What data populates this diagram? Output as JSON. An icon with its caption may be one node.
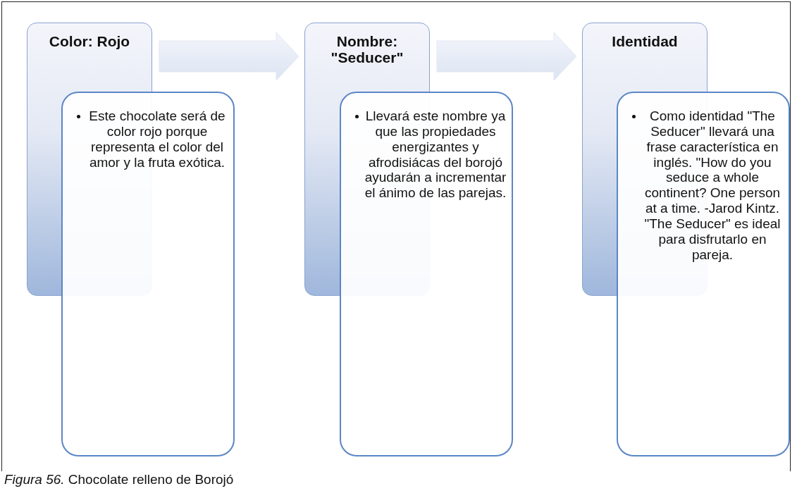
{
  "diagram": {
    "caption": "*Figura 56.* Chocolate relleno de Borojó",
    "nodes": [
      {
        "text": [
          "Color: Rojo"
        ]
      },
      {
        "text": [
          "Este chocolate será de color rojo porque representa el color del amor y la fruta exótica."
        ]
      },
      {
        "text": [
          "Nombre: \"Seducer\""
        ]
      },
      {
        "text": [
          "Llevará este nombre ya que las propiedades energizantes y afrodisiácas del borojó ayudarán a incrementar el ánimo de las parejas."
        ]
      },
      {
        "text": [
          "Identidad"
        ]
      },
      {
        "text": [
          "Como identidad \"The Seducer\" llevará una frase característica en inglés. \"How do you seduce a whole continent? One person at a time. -Jarod Kintz. \"The Seducer\" es ideal para disfrutarlo en pareja."
        ]
      }
    ],
    "edges": [
      {
        "from": 0,
        "to": 2,
        "arrow": "to"
      },
      {
        "from": 2,
        "to": 4,
        "arrow": "to"
      }
    ]
  }
}
